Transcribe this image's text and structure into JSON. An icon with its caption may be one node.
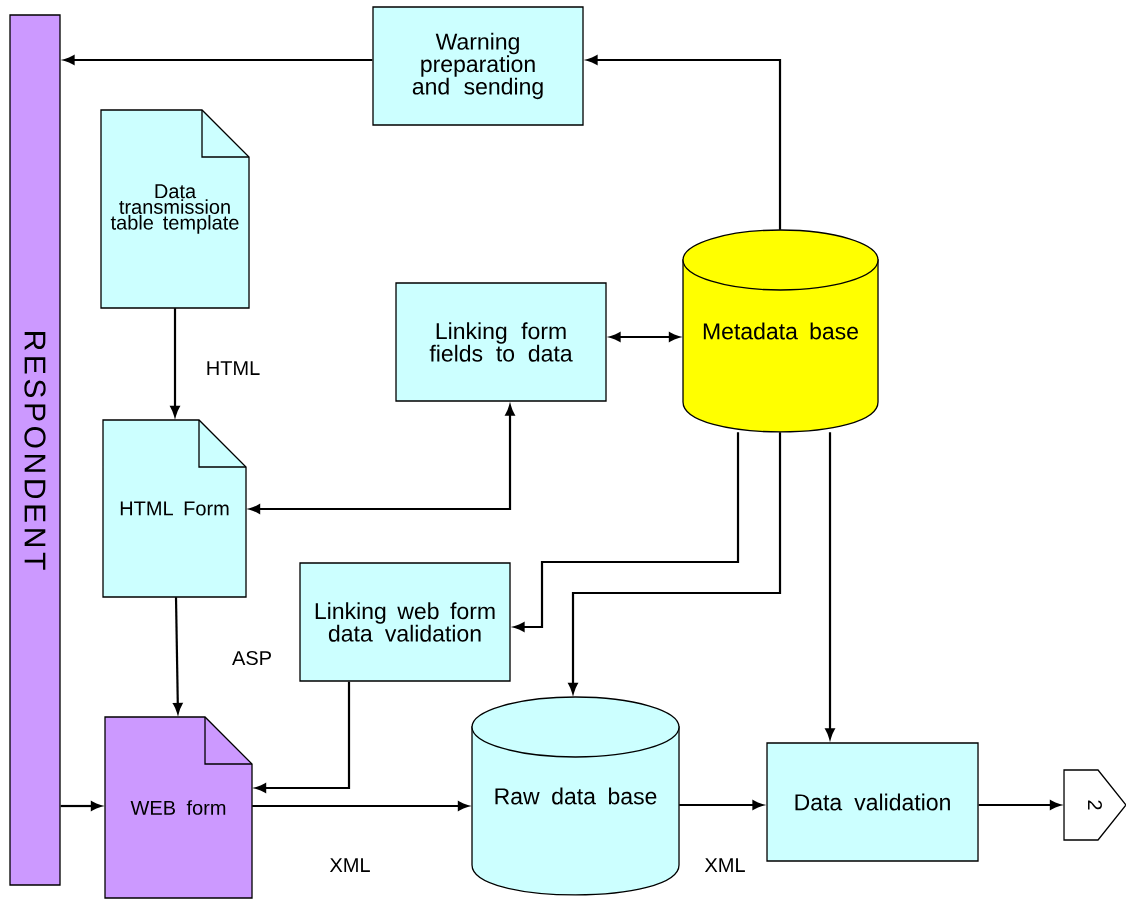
{
  "diagram": {
    "nodes": [
      {
        "text": [
          "RESPONDENT"
        ]
      },
      {
        "text": [
          "Warning preparation and sending"
        ]
      },
      {
        "text": [
          "Data transmission table template"
        ]
      },
      {
        "text": [
          "Linking form fields to data"
        ]
      },
      {
        "text": [
          "Metadata base"
        ]
      },
      {
        "text": [
          "HTML Form"
        ]
      },
      {
        "text": [
          "Linking web form data validation"
        ]
      },
      {
        "text": [
          "WEB form"
        ]
      },
      {
        "text": [
          "Raw data base"
        ]
      },
      {
        "text": [
          "Data validation"
        ]
      },
      {
        "text": [
          "2"
        ]
      }
    ],
    "edges": [
      {
        "from": 1,
        "to": 0,
        "arrow": "to"
      },
      {
        "from": 4,
        "to": 1,
        "arrow": "to"
      },
      {
        "from": 2,
        "to": 5,
        "arrow": "to",
        "label": "HTML"
      },
      {
        "from": 3,
        "to": 4,
        "arrow": "both"
      },
      {
        "from": 5,
        "to": 3,
        "arrow": "both"
      },
      {
        "from": 5,
        "to": 7,
        "arrow": "to",
        "label": "ASP"
      },
      {
        "from": 4,
        "to": 6,
        "arrow": "to"
      },
      {
        "from": 4,
        "to": 8,
        "arrow": "to"
      },
      {
        "from": 4,
        "to": 9,
        "arrow": "to"
      },
      {
        "from": 6,
        "to": 7,
        "arrow": "to"
      },
      {
        "from": 0,
        "to": 7,
        "arrow": "to"
      },
      {
        "from": 7,
        "to": 8,
        "arrow": "to",
        "label": "XML"
      },
      {
        "from": 8,
        "to": 9,
        "arrow": "to",
        "label": "XML"
      },
      {
        "from": 9,
        "to": 10,
        "arrow": "to"
      }
    ]
  }
}
